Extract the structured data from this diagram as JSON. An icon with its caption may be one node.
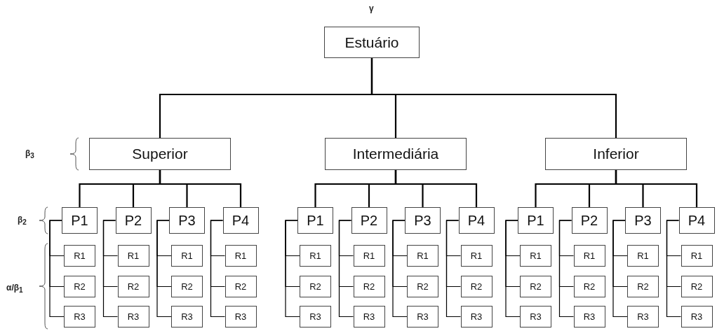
{
  "diagram": {
    "nodes": [
      {
        "text": [
          "Estuário"
        ]
      },
      {
        "text": [
          "Superior"
        ]
      },
      {
        "text": [
          "Intermediária"
        ]
      },
      {
        "text": [
          "Inferior"
        ]
      },
      {
        "text": [
          "P1"
        ]
      },
      {
        "text": [
          "R1"
        ]
      },
      {
        "text": [
          "R2"
        ]
      },
      {
        "text": [
          "R3"
        ]
      },
      {
        "text": [
          "P2"
        ]
      },
      {
        "text": [
          "R1"
        ]
      },
      {
        "text": [
          "R2"
        ]
      },
      {
        "text": [
          "R3"
        ]
      },
      {
        "text": [
          "P3"
        ]
      },
      {
        "text": [
          "R1"
        ]
      },
      {
        "text": [
          "R2"
        ]
      },
      {
        "text": [
          "R3"
        ]
      },
      {
        "text": [
          "P4"
        ]
      },
      {
        "text": [
          "R1"
        ]
      },
      {
        "text": [
          "R2"
        ]
      },
      {
        "text": [
          "R3"
        ]
      },
      {
        "text": [
          "P1"
        ]
      },
      {
        "text": [
          "R1"
        ]
      },
      {
        "text": [
          "R2"
        ]
      },
      {
        "text": [
          "R3"
        ]
      },
      {
        "text": [
          "P2"
        ]
      },
      {
        "text": [
          "R1"
        ]
      },
      {
        "text": [
          "R2"
        ]
      },
      {
        "text": [
          "R3"
        ]
      },
      {
        "text": [
          "P3"
        ]
      },
      {
        "text": [
          "R1"
        ]
      },
      {
        "text": [
          "R2"
        ]
      },
      {
        "text": [
          "R3"
        ]
      },
      {
        "text": [
          "P4"
        ]
      },
      {
        "text": [
          "R1"
        ]
      },
      {
        "text": [
          "R2"
        ]
      },
      {
        "text": [
          "R3"
        ]
      },
      {
        "text": [
          "P1"
        ]
      },
      {
        "text": [
          "R1"
        ]
      },
      {
        "text": [
          "R2"
        ]
      },
      {
        "text": [
          "R3"
        ]
      },
      {
        "text": [
          "P2"
        ]
      },
      {
        "text": [
          "R1"
        ]
      },
      {
        "text": [
          "R2"
        ]
      },
      {
        "text": [
          "R3"
        ]
      },
      {
        "text": [
          "P3"
        ]
      },
      {
        "text": [
          "R1"
        ]
      },
      {
        "text": [
          "R2"
        ]
      },
      {
        "text": [
          "R3"
        ]
      },
      {
        "text": [
          "P4"
        ]
      },
      {
        "text": [
          "R1"
        ]
      },
      {
        "text": [
          "R2"
        ]
      },
      {
        "text": [
          "R3"
        ]
      }
    ],
    "edges": [
      {
        "from": 0,
        "to": 1,
        "arrow": "none"
      },
      {
        "from": 0,
        "to": 2,
        "arrow": "none"
      },
      {
        "from": 0,
        "to": 3,
        "arrow": "none"
      },
      {
        "from": 1,
        "to": 4,
        "arrow": "none"
      },
      {
        "from": 1,
        "to": 8,
        "arrow": "none"
      },
      {
        "from": 1,
        "to": 12,
        "arrow": "none"
      },
      {
        "from": 1,
        "to": 16,
        "arrow": "none"
      },
      {
        "from": 2,
        "to": 20,
        "arrow": "none"
      },
      {
        "from": 2,
        "to": 24,
        "arrow": "none"
      },
      {
        "from": 2,
        "to": 28,
        "arrow": "none"
      },
      {
        "from": 2,
        "to": 32,
        "arrow": "none"
      },
      {
        "from": 3,
        "to": 36,
        "arrow": "none"
      },
      {
        "from": 3,
        "to": 40,
        "arrow": "none"
      },
      {
        "from": 3,
        "to": 44,
        "arrow": "none"
      },
      {
        "from": 3,
        "to": 48,
        "arrow": "none"
      },
      {
        "from": 4,
        "to": 5,
        "arrow": "none"
      },
      {
        "from": 4,
        "to": 6,
        "arrow": "none"
      },
      {
        "from": 4,
        "to": 7,
        "arrow": "none"
      },
      {
        "from": 8,
        "to": 9,
        "arrow": "none"
      },
      {
        "from": 8,
        "to": 10,
        "arrow": "none"
      },
      {
        "from": 8,
        "to": 11,
        "arrow": "none"
      },
      {
        "from": 12,
        "to": 13,
        "arrow": "none"
      },
      {
        "from": 12,
        "to": 14,
        "arrow": "none"
      },
      {
        "from": 12,
        "to": 15,
        "arrow": "none"
      },
      {
        "from": 16,
        "to": 17,
        "arrow": "none"
      },
      {
        "from": 16,
        "to": 18,
        "arrow": "none"
      },
      {
        "from": 16,
        "to": 19,
        "arrow": "none"
      },
      {
        "from": 20,
        "to": 21,
        "arrow": "none"
      },
      {
        "from": 20,
        "to": 22,
        "arrow": "none"
      },
      {
        "from": 20,
        "to": 23,
        "arrow": "none"
      },
      {
        "from": 24,
        "to": 25,
        "arrow": "none"
      },
      {
        "from": 24,
        "to": 26,
        "arrow": "none"
      },
      {
        "from": 24,
        "to": 27,
        "arrow": "none"
      },
      {
        "from": 28,
        "to": 29,
        "arrow": "none"
      },
      {
        "from": 28,
        "to": 30,
        "arrow": "none"
      },
      {
        "from": 28,
        "to": 31,
        "arrow": "none"
      },
      {
        "from": 32,
        "to": 33,
        "arrow": "none"
      },
      {
        "from": 32,
        "to": 34,
        "arrow": "none"
      },
      {
        "from": 32,
        "to": 35,
        "arrow": "none"
      },
      {
        "from": 36,
        "to": 37,
        "arrow": "none"
      },
      {
        "from": 36,
        "to": 38,
        "arrow": "none"
      },
      {
        "from": 36,
        "to": 39,
        "arrow": "none"
      },
      {
        "from": 40,
        "to": 41,
        "arrow": "none"
      },
      {
        "from": 40,
        "to": 42,
        "arrow": "none"
      },
      {
        "from": 40,
        "to": 43,
        "arrow": "none"
      },
      {
        "from": 44,
        "to": 45,
        "arrow": "none"
      },
      {
        "from": 44,
        "to": 46,
        "arrow": "none"
      },
      {
        "from": 44,
        "to": 47,
        "arrow": "none"
      },
      {
        "from": 48,
        "to": 49,
        "arrow": "none"
      },
      {
        "from": 48,
        "to": 50,
        "arrow": "none"
      },
      {
        "from": 48,
        "to": 51,
        "arrow": "none"
      }
    ],
    "labels": [
      "γ",
      "β$_{3}$",
      "β$_{2}$",
      "α/β$_{1}$"
    ]
  }
}
